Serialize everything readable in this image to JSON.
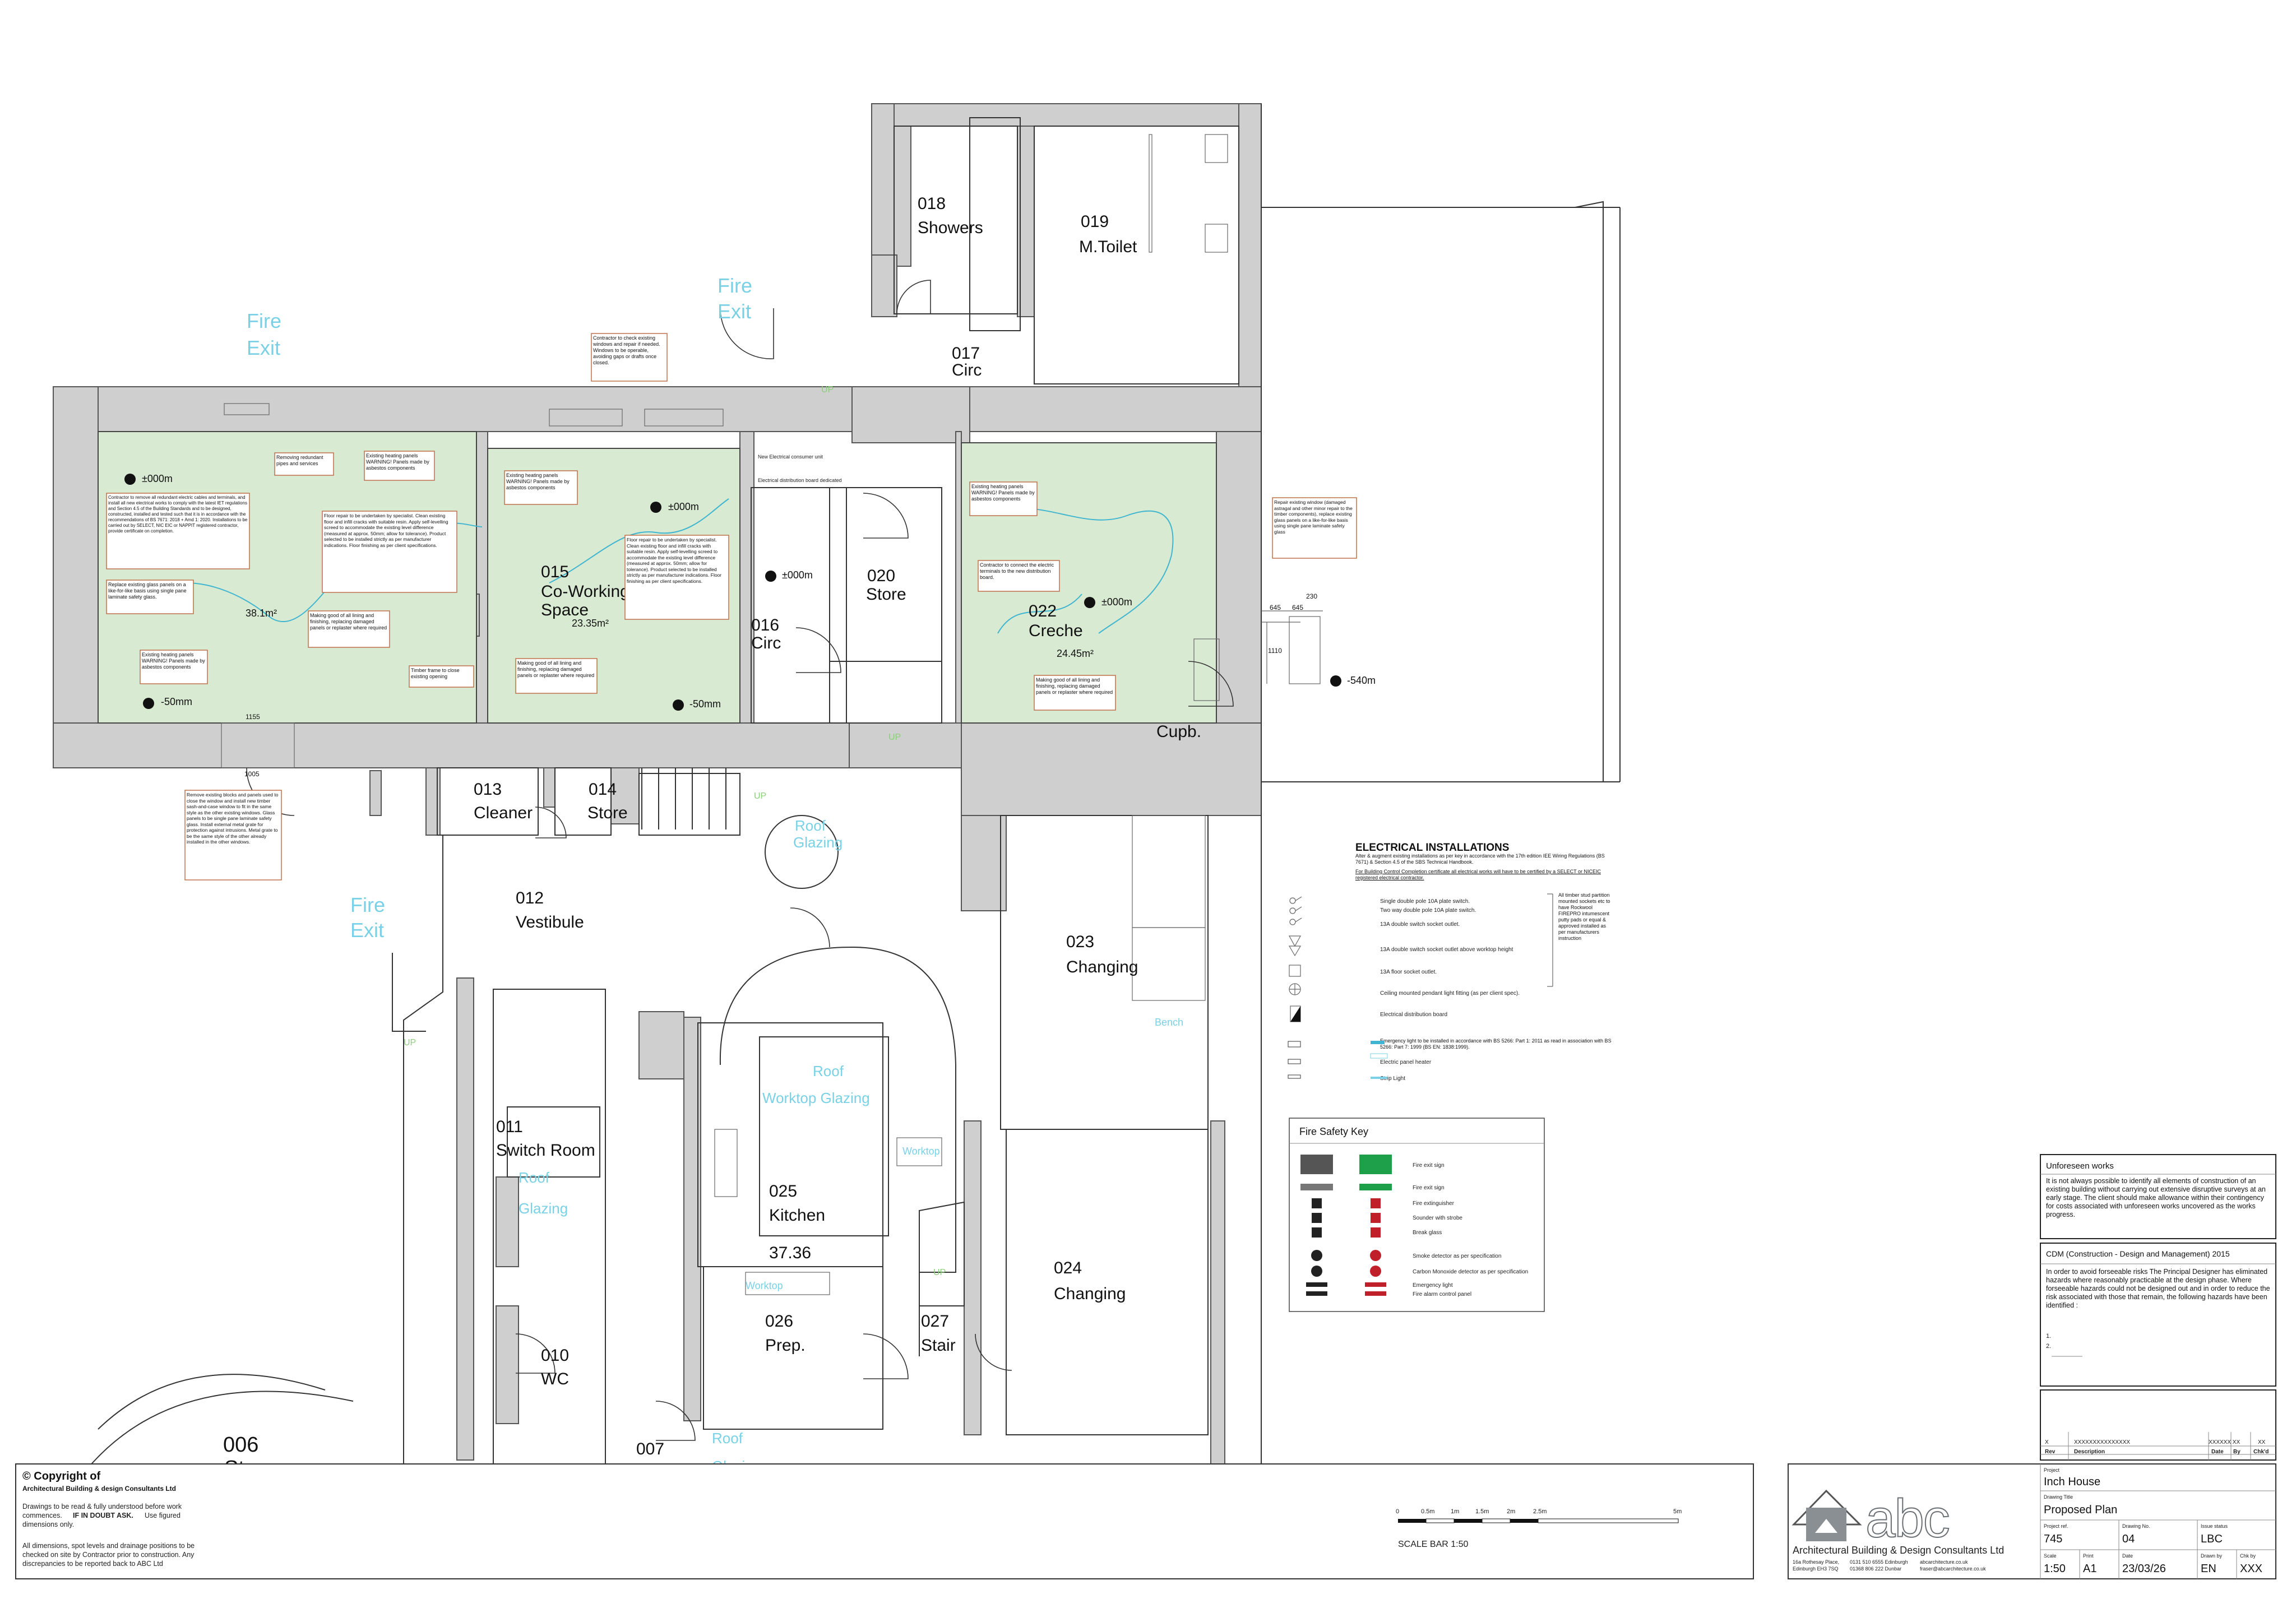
{
  "rooms": {
    "r018_num": "018",
    "r018_name": "Showers",
    "r019_num": "019",
    "r019_name": "M.Toilet",
    "r017_num": "017",
    "r017_name": "Circ",
    "r015_num": "015",
    "r015_name1": "Co-Working",
    "r015_name2": "Space",
    "r015_area": "23.35m²",
    "r020_num": "020",
    "r020_name": "Store",
    "r016_num": "016",
    "r016_name": "Circ",
    "r022_num": "022",
    "r022_name": "Creche",
    "r022_area": "24.45m²",
    "cupb": "Cupb.",
    "left_area": "38.1m²",
    "r013_num": "013",
    "r013_name": "Cleaner",
    "r014_num": "014",
    "r014_name": "Store",
    "r012_num": "012",
    "r012_name": "Vestibule",
    "r023_num": "023",
    "r023_name": "Changing",
    "r011_num": "011",
    "r011_name": "Switch Room",
    "r025_num": "025",
    "r025_name": "Kitchen",
    "r025_area": "37.36",
    "r024_num": "024",
    "r024_name": "Changing",
    "r026_num": "026",
    "r026_name": "Prep.",
    "r027_num": "027",
    "r027_name": "Stair",
    "r010_num": "010",
    "r010_name": "WC",
    "r006_num": "006",
    "r006_name": "Store",
    "r007_num": "007"
  },
  "cyan_labels": {
    "fire": "Fire",
    "exit": "Exit",
    "roof": "Roof",
    "glazing": "Glazing",
    "worktop_glazing": "Worktop Glazing",
    "worktop": "Worktop",
    "bench": "Bench",
    "up": "UP"
  },
  "levels": {
    "l000": "±000m",
    "l50": "-50mm",
    "l540": "-540m",
    "d1155": "1155",
    "d1005": "1005",
    "d645a": "645",
    "d645b": "645",
    "d230": "230",
    "d1110": "1110"
  },
  "notes": {
    "check_windows": "Contractor to check existing windows and repair if needed. Windows to be operable, avoiding gaps or drafts once closed.",
    "remove_cables": "Contractor to remove all redundant electric cables and terminals, and install all new electrical works to comply with the latest IET regulations and Section 4.5 of the Building Standards and to be designed, constructed, installed and tested such that it is in accordance with the recommendations of BS 7671: 2018 + Amd 1: 2020. Installations to be carried out by SELECT, NIC EIC or NAPPIT registered contractor, provide certificate on completion.",
    "replace_glass": "Replace existing glass panels on a like-for-like basis using single pane laminate safety glass.",
    "heating_left": "Existing heating panels WARNING! Panels made by asbestos components",
    "removing_pipes": "Removing redundant pipes and services",
    "heating_top": "Existing heating panels WARNING! Panels made by asbestos components",
    "floor_repair_a": "Floor repair to be undertaken by specialist. Clean existing floor and infill cracks with suitable resin. Apply self-levelling screed to accommodate the existing level difference (measured at approx. 50mm; allow for tolerance). Product selected to be installed strictly as per manufacturer indications. Floor finishing as per client specifications.",
    "heating_015": "Existing heating panels WARNING! Panels made by asbestos components",
    "floor_repair_b": "Floor repair to be undertaken by specialist. Clean existing floor and infill cracks with suitable resin. Apply self-levelling screed to accommodate the existing level difference (measured at approx. 50mm; allow for tolerance). Product selected to be installed strictly as per manufacturer indications. Floor finishing as per client specifications.",
    "making_good_a": "Making good of all lining and finishing, replacing damaged panels or replaster where required",
    "timber_frame": "Timber frame to close existing opening",
    "making_good_b": "Making good of all lining and finishing, replacing damaged panels or replaster where required",
    "new_consumer": "New Electrical consumer unit",
    "dist_board": "Electrical distribution board dedicated",
    "heating_022": "Existing heating panels WARNING! Panels made by asbestos components",
    "connect_terminals": "Contractor to connect the electric terminals to the new distribution board.",
    "making_good_c": "Making good of all lining and finishing, replacing damaged panels or replaster where required",
    "repair_window": "Repair existing window (damaged astragal and other minor repair to the timber components), replace existing glass panels on a like-for-like basis using single pane laminate safety glass",
    "remove_blocks": "Remove existing blocks and panels used to close the window and install new timber sash-and-case window to fit in the same style as the other existing windows. Glass panels to be single pane laminate safety glass. Install external metal grate for protection against intrusions. Metal grate to be the same style of the other already installed in the other windows."
  },
  "electrical": {
    "title": "ELECTRICAL INSTALLATIONS",
    "intro": "Alter & augment existing installations as per key in accordance with the 17th edition IEE Wiring Regulations (BS 7671) & Section 4.5 of the SBS Technical Handbook.",
    "cert": "For Building Control Completion certificate all electrical works will have to be certified by a SELECT or NICEIC registered electrical contractor.",
    "items": [
      "Single double pole 10A plate switch.",
      "Two way double pole 10A plate switch.",
      "13A double switch socket outlet.",
      "13A double switch socket outlet above worktop height",
      "13A floor socket outlet.",
      "Ceiling mounted pendant light fitting (as per client spec).",
      "Electrical distribution board",
      "Emergency light to be installed in accordance with BS 5266: Part 1: 2011 as read in association with BS 5266: Part 7: 1999 (BS EN: 1838:1999).",
      "Electric panel heater",
      "Strip Light"
    ],
    "side_note": "All timber stud partition mounted sockets etc to have Rockwool FIREPRO intumescent putty pads or equal & approved installed as per manufacturers instruction"
  },
  "fire_key": {
    "title": "Fire Safety Key",
    "items": [
      "Fire exit sign",
      "Fire exit sign",
      "Fire extinguisher",
      "Sounder with strobe",
      "Break glass",
      "Smoke detector as per specification",
      "Carbon Monoxide detector as per specification",
      "Emergency light",
      "Fire alarm control panel"
    ]
  },
  "unforeseen": {
    "title": "Unforeseen works",
    "text": "It is not always possible to identify all elements of construction of an existing building without carrying out extensive disruptive surveys at an early stage. The client should make allowance within their contingency for costs associated with unforeseen works uncovered as the works progress."
  },
  "cdm": {
    "title": "CDM (Construction - Design and Management) 2015",
    "text": "In order to avoid forseeable risks The Principal Designer has eliminated hazards where reasonably practicable at the design phase. Where forseeable hazards could not be designed out and in order to reduce the risk associated with those that remain, the following hazards have been identified :",
    "l1": "1.",
    "l2": "2."
  },
  "revision": {
    "x": "X",
    "desc": "XXXXXXXXXXXXXXX",
    "date": "XXXXXX XX",
    "by": "XX",
    "h_rev": "Rev",
    "h_desc": "Description",
    "h_date": "Date",
    "h_by": "By",
    "h_chk": "Chk'd"
  },
  "copyright": {
    "title": "© Copyright of",
    "company": "Architectural Building & design Consultants Ltd",
    "t1": "Drawings to be read & fully understood before work",
    "t2": "commences.",
    "t2b": "IF IN DOUBT ASK.",
    "t2c": "Use figured",
    "t3": "dimensions only.",
    "t4": "All dimensions, spot levels and drainage positions to be",
    "t5": "checked on site by Contractor prior to construction. Any",
    "t6": "discrepancies to be reported back to ABC Ltd"
  },
  "scale_bar": {
    "label": "SCALE BAR 1:50",
    "ticks": [
      "0",
      "0.5m",
      "1m",
      "1.5m",
      "2m",
      "2.5m",
      "5m"
    ]
  },
  "title_block": {
    "logo": "abc",
    "company": "Architectural Building & Design Consultants Ltd",
    "addr1": "16a Rothesay Place,",
    "addr2": "Edinburgh EH3 7SQ",
    "phone1": "0131 510 6555 Edinburgh",
    "phone2": "01368 806 222 Dunbar",
    "email1": "abcarchitecture.co.uk",
    "email2": "fraser@abcarchitecture.co.uk",
    "h_project": "Project",
    "project": "Inch House",
    "h_title": "Drawing Title",
    "drawing_title": "Proposed Plan",
    "h_ref": "Project ref.",
    "ref": "745",
    "h_no": "Drawing No.",
    "no": "04",
    "h_status": "Issue status",
    "status": "LBC",
    "h_scale": "Scale",
    "scale": "1:50",
    "h_print": "Print",
    "print": "A1",
    "h_date": "Date",
    "date": "23/03/26",
    "h_drawn": "Drawn by",
    "drawn": "EN",
    "h_chk": "Chk by",
    "chk": "XXX"
  }
}
